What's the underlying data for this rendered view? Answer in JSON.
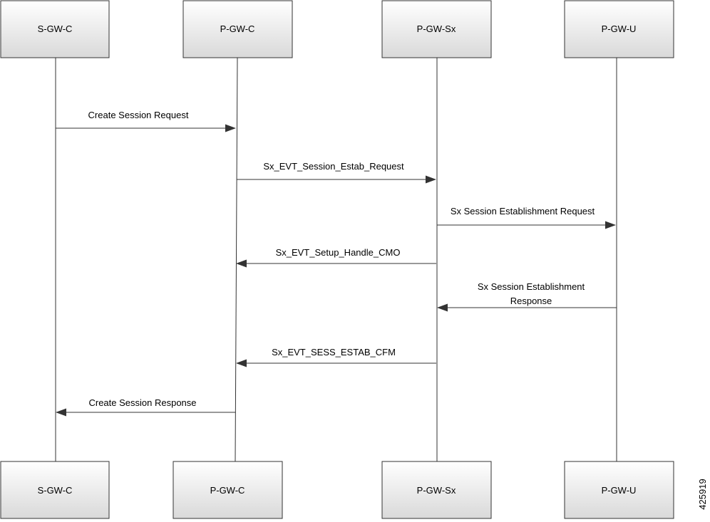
{
  "participants": [
    {
      "id": "sgwc",
      "label": "S-GW-C"
    },
    {
      "id": "pgwc",
      "label": "P-GW-C"
    },
    {
      "id": "pgwsx",
      "label": "P-GW-Sx"
    },
    {
      "id": "pgwu",
      "label": "P-GW-U"
    }
  ],
  "messages": [
    {
      "from": "sgwc",
      "to": "pgwc",
      "lines": [
        "Create Session Request"
      ]
    },
    {
      "from": "pgwc",
      "to": "pgwsx",
      "lines": [
        "Sx_EVT_Session_Estab_Request"
      ]
    },
    {
      "from": "pgwsx",
      "to": "pgwu",
      "lines": [
        "Sx Session Establishment Request"
      ]
    },
    {
      "from": "pgwsx",
      "to": "pgwc",
      "lines": [
        "Sx_EVT_Setup_Handle_CMO"
      ]
    },
    {
      "from": "pgwu",
      "to": "pgwsx",
      "lines": [
        "Sx Session Establishment",
        "Response"
      ]
    },
    {
      "from": "pgwsx",
      "to": "pgwc",
      "lines": [
        "Sx_EVT_SESS_ESTAB_CFM"
      ]
    },
    {
      "from": "pgwc",
      "to": "sgwc",
      "lines": [
        "Create Session Response"
      ]
    }
  ],
  "figure_id": "425919",
  "colors": {
    "box_top": "#ffffff",
    "box_bottom": "#d9d9d9",
    "box_border": "#333333",
    "line": "#333333",
    "arrow": "#333333"
  }
}
